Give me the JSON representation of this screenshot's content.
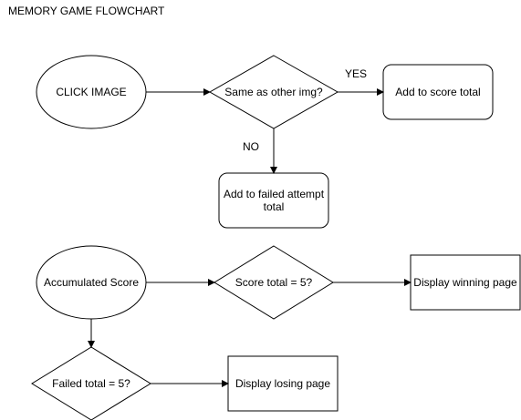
{
  "title": "MEMORY GAME FLOWCHART",
  "nodes": {
    "click_image": "CLICK IMAGE",
    "same_as_other": "Same as other img?",
    "add_score": "Add to score total",
    "add_failed": "Add to failed attempt total",
    "accumulated_score": "Accumulated Score",
    "score_total_check": "Score total = 5?",
    "display_winning": "Display winning page",
    "failed_total_check": "Failed total = 5?",
    "display_losing": "Display losing page"
  },
  "edges": {
    "yes": "YES",
    "no": "NO"
  },
  "colors": {
    "stroke": "#000000",
    "fill": "#ffffff",
    "text": "#000000"
  }
}
